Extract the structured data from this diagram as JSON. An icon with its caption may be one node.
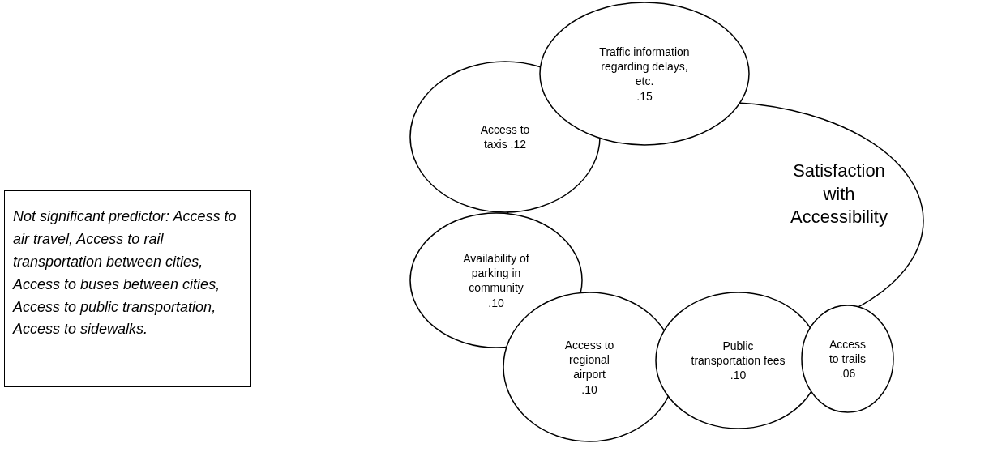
{
  "diagram": {
    "nodes": [
      {
        "text": [
          "Satisfaction with Accessibility"
        ]
      },
      {
        "text": [
          "Access to taxis .12"
        ]
      },
      {
        "text": [
          "Traffic information regarding delays, etc.",
          ".15"
        ]
      },
      {
        "text": [
          "Not significant predictor: Access to air travel, Access to rail transportation between cities, Access to buses between cities, Access to public transportation, Access to sidewalks."
        ]
      },
      {
        "text": [
          "Availability of parking in community",
          ".10"
        ]
      },
      {
        "text": [
          "Access to regional airport",
          ".10"
        ]
      },
      {
        "text": [
          "Public transportation fees",
          ".10"
        ]
      },
      {
        "text": [
          "Access to trails",
          ".06"
        ]
      }
    ]
  }
}
